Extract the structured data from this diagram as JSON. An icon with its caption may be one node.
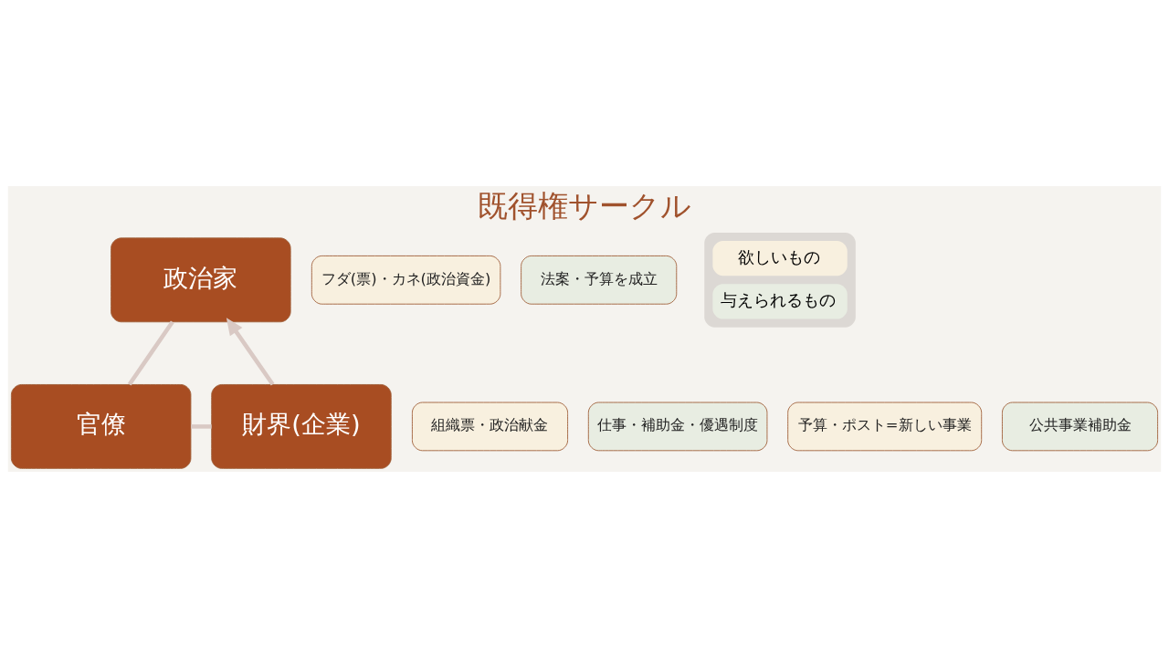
{
  "diagram": {
    "title": "既得権サークル",
    "nodes": [
      {
        "text": [
          "政治家"
        ]
      },
      {
        "text": [
          "フダ(票)・カネ(政治資金)"
        ]
      },
      {
        "text": [
          "法案・予算を成立"
        ]
      },
      {
        "text": [
          "財界(企業)"
        ]
      },
      {
        "text": [
          "組織票・政治献金"
        ]
      },
      {
        "text": [
          "仕事・補助金・優遇制度"
        ]
      },
      {
        "text": [
          "官僚"
        ]
      },
      {
        "text": [
          "予算・ポスト=新しい事業"
        ]
      },
      {
        "text": [
          "公共事業補助金"
        ]
      }
    ],
    "edges": [
      {
        "from": 3,
        "to": 0,
        "arrow": "to"
      },
      {
        "from": 0,
        "to": 6,
        "arrow": "none"
      },
      {
        "from": 6,
        "to": 3,
        "arrow": "none"
      }
    ],
    "legend": [
      {
        "text": "欲しいもの",
        "color": "#f8f0df"
      },
      {
        "text": "与えられるもの",
        "color": "#e8ede2"
      }
    ]
  }
}
